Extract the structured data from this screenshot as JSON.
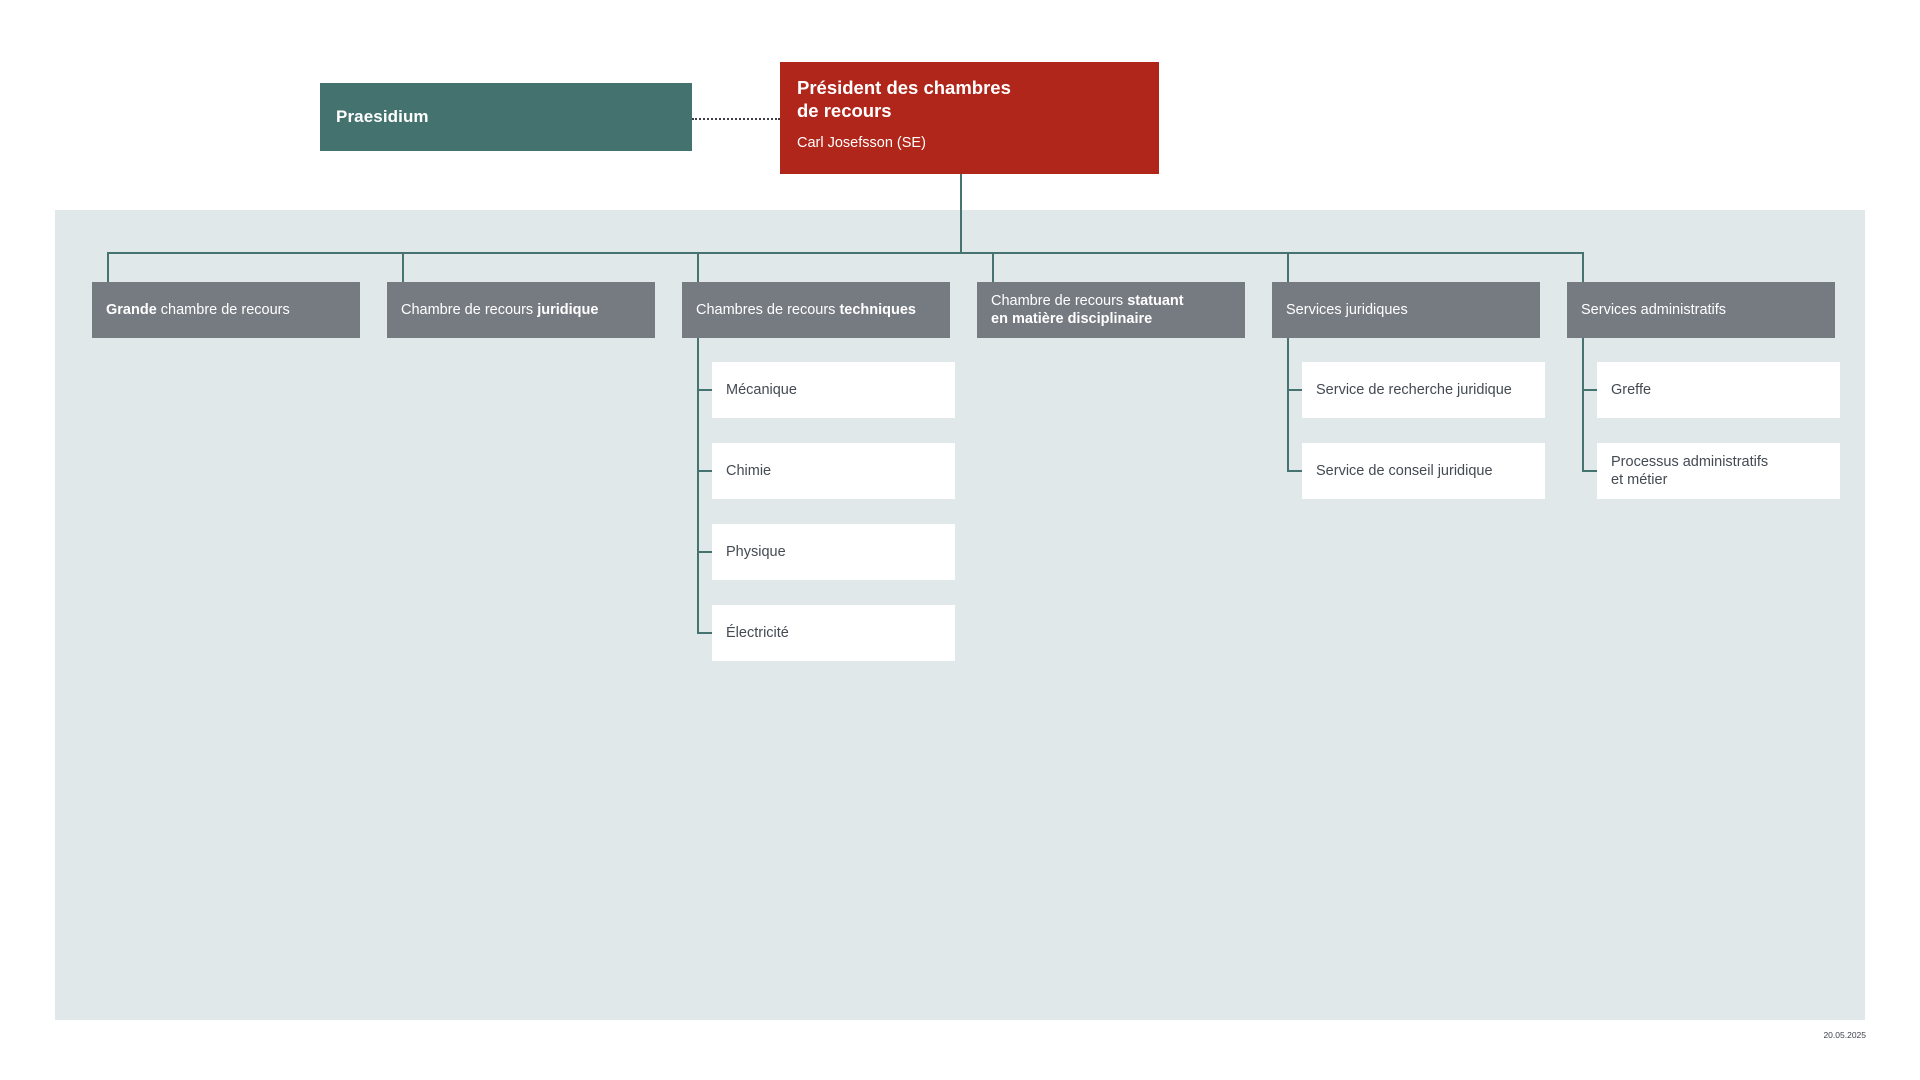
{
  "colors": {
    "panel_bg": "#e1e8ea",
    "teal": "#44736f",
    "red": "#b0261a",
    "gray": "#767b82",
    "leaf_bg": "#ffffff",
    "leaf_text": "#434a52",
    "connector": "#447370"
  },
  "top": {
    "praesidium": {
      "label": "Praesidium"
    },
    "president": {
      "title": "Président des chambres\nde recours",
      "person": "Carl Josefsson (SE)"
    }
  },
  "departments": [
    {
      "id": "grande-chambre-de-recours",
      "label_pre": "Grande",
      "label_post": " chambre de recours",
      "bold_first": true,
      "children": []
    },
    {
      "id": "chambre-de-recours-juridique",
      "label_pre": "Chambre de recours ",
      "label_post": "juridique",
      "bold_first": false,
      "children": []
    },
    {
      "id": "chambres-de-recours-techniques",
      "label_pre": "Chambres de recours ",
      "label_post": "techniques",
      "bold_first": false,
      "children": [
        {
          "id": "mecanique",
          "label": "Mécanique"
        },
        {
          "id": "chimie",
          "label": "Chimie"
        },
        {
          "id": "physique",
          "label": "Physique"
        },
        {
          "id": "electricite",
          "label": "Électricité"
        }
      ]
    },
    {
      "id": "chambre-de-recours-disciplinaire",
      "label_pre": "Chambre de recours ",
      "label_post": "statuant\nen matière disciplinaire",
      "bold_first": false,
      "children": []
    },
    {
      "id": "services-juridiques",
      "label_pre": "Services juridiques",
      "label_post": "",
      "bold_first": false,
      "children": [
        {
          "id": "service-de-recherche-juridique",
          "label": "Service de recherche juridique"
        },
        {
          "id": "service-de-conseil-juridique",
          "label": "Service de conseil juridique"
        }
      ]
    },
    {
      "id": "services-administratifs",
      "label_pre": "Services administratifs",
      "label_post": "",
      "bold_first": false,
      "children": [
        {
          "id": "greffe",
          "label": "Greffe"
        },
        {
          "id": "processus-administratifs-et-metier",
          "label": "Processus administratifs\net métier"
        }
      ]
    }
  ],
  "footer": {
    "date": "20.05.2025"
  }
}
